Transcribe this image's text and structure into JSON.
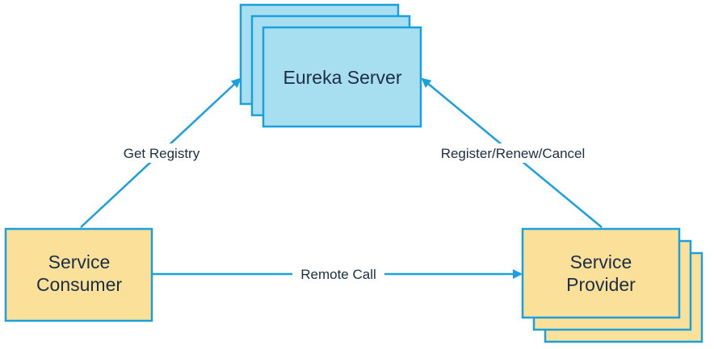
{
  "diagram": {
    "nodes": {
      "eureka_server": {
        "label": "Eureka Server"
      },
      "service_consumer": {
        "label_line1": "Service",
        "label_line2": "Consumer"
      },
      "service_provider": {
        "label_line1": "Service",
        "label_line2": "Provider"
      }
    },
    "edges": {
      "get_registry": {
        "label": "Get Registry"
      },
      "register_renew_cancel": {
        "label": "Register/Renew/Cancel"
      },
      "remote_call": {
        "label": "Remote Call"
      }
    },
    "colors": {
      "server_fill": "#a8dff0",
      "client_fill": "#fbe09a",
      "stroke": "#1aa0dc",
      "text": "#1c2e45"
    }
  }
}
